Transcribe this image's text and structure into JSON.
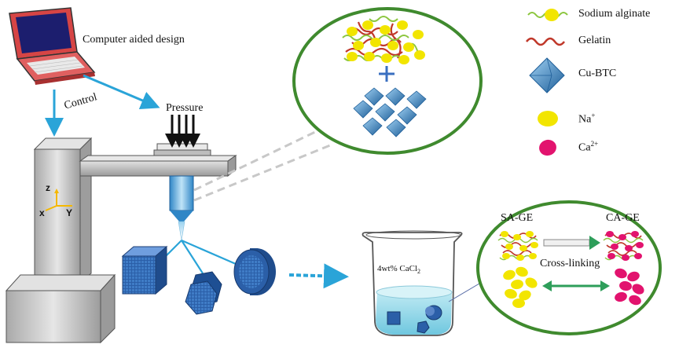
{
  "labels": {
    "computer": "Computer aided design",
    "control": "Control",
    "pressure": "Pressure",
    "axis_z": "z",
    "axis_x": "x",
    "axis_y": "Y",
    "beaker": "4wt% CaCl",
    "beaker_sub": "2",
    "sa_ge": "SA-GE",
    "ca_ge": "CA-GE",
    "crosslinking": "Cross-linking"
  },
  "legend": [
    {
      "icon": "sodium-alginate-icon",
      "text": "Sodium alginate",
      "sup": ""
    },
    {
      "icon": "gelatin-icon",
      "text": "Gelatin",
      "sup": ""
    },
    {
      "icon": "cu-btc-icon",
      "text": "Cu-BTC",
      "sup": ""
    },
    {
      "icon": "na-ion-icon",
      "text": "Na",
      "sup": "+"
    },
    {
      "icon": "ca-ion-icon",
      "text": "Ca",
      "sup": "2+"
    }
  ],
  "colors": {
    "arrow_blue": "#2aa4d8",
    "circle_green": "#3f8a2e",
    "alginate_yellow": "#f2e500",
    "alginate_green": "#8cc63f",
    "gelatin_red": "#c0392b",
    "cu_btc_blue": "#2f7fb8",
    "ca_pink": "#e2136e",
    "scaffold_blue": "#2b5fa8",
    "printer_gray": "#c8c8c8"
  }
}
